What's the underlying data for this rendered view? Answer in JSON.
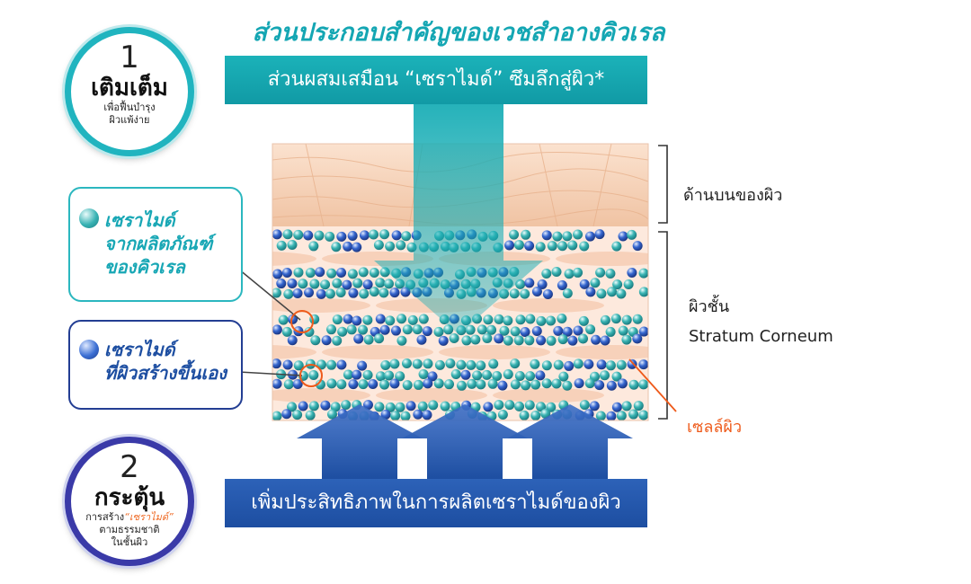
{
  "title": "ส่วนประกอบสำคัญของเวชสำอางคิวเรล",
  "top_banner": "ส่วนผสมเสมือน “เซราไมด์” ซึมลึกสู่ผิว*",
  "bottom_banner": "เพิ่มประสิทธิภาพในการผลิตเซราไมด์ของผิว",
  "step1": {
    "number": "1",
    "heading": "เติมเต็ม",
    "line1": "เพื่อฟื้นบำรุง",
    "line2": "ผิวแพ้ง่าย"
  },
  "step2": {
    "number": "2",
    "heading": "กระตุ้น",
    "line1_prefix": "การสร้าง",
    "line1_highlight": "“เซราไมด์”",
    "line2": "ตามธรรมชาติ",
    "line3": "ในชั้นผิว"
  },
  "legend": {
    "curel": {
      "line1": "เซราไมด์",
      "line2": "จากผลิตภัณฑ์",
      "line3": "ของคิวเรล",
      "color": "#37b2b3"
    },
    "natural": {
      "line1": "เซราไมด์",
      "line2": "ที่ผิวสร้างขึ้นเอง",
      "color": "#2f5fc0"
    }
  },
  "labels": {
    "skin_surface": "ด้านบนของผิว",
    "stratum_th": "ผิวชั้น",
    "stratum_en": "Stratum Corneum",
    "skin_cell": "เซลล์ผิว"
  },
  "colors": {
    "teal": "#1bb2b9",
    "blue": "#1d4ea1",
    "orange": "#ee5a1a",
    "skin": "#f7d3bd"
  }
}
